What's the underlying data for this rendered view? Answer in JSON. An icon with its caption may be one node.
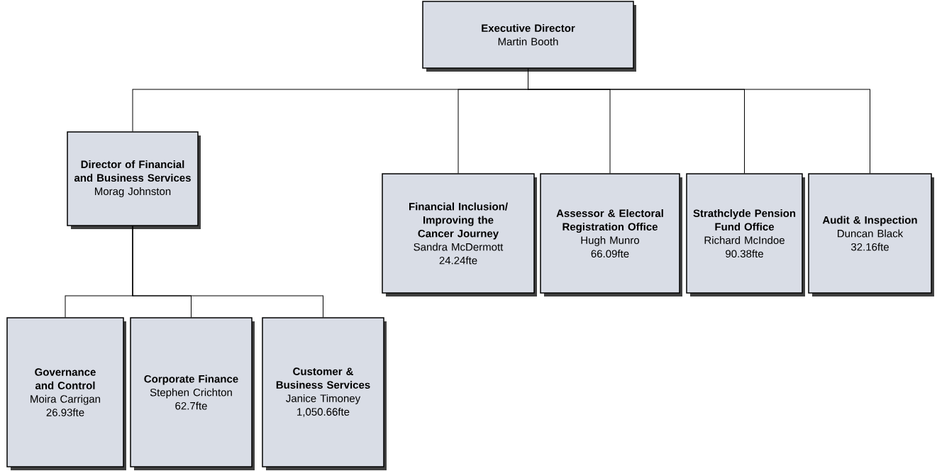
{
  "diagram": {
    "nodes": [
      {
        "text": [
          "Executive Director",
          "Martin Booth"
        ]
      },
      {
        "text": [
          "Director of Financial and Business Services",
          "Morag Johnston"
        ]
      },
      {
        "text": [
          "Financial Inclusion/ Improving the Cancer Journey",
          "Sandra McDermott",
          "24.24fte"
        ]
      },
      {
        "text": [
          "Assessor & Electoral Registration Office",
          "Hugh Munro",
          "66.09fte"
        ]
      },
      {
        "text": [
          "Strathclyde Pension Fund Office",
          "Richard McIndoe",
          "90.38fte"
        ]
      },
      {
        "text": [
          "Audit & Inspection",
          "Duncan Black",
          "32.16fte"
        ]
      },
      {
        "text": [
          "Governance and Control",
          "Moira Carrigan",
          "26.93fte"
        ]
      },
      {
        "text": [
          "Corporate Finance",
          "Stephen Crichton",
          "62.7fte"
        ]
      },
      {
        "text": [
          "Customer & Business Services",
          "Janice Timoney",
          "1,050.66fte"
        ]
      }
    ],
    "edges": [
      {
        "from": 0,
        "to": 1,
        "arrow": "none"
      },
      {
        "from": 0,
        "to": 2,
        "arrow": "none"
      },
      {
        "from": 0,
        "to": 3,
        "arrow": "none"
      },
      {
        "from": 0,
        "to": 4,
        "arrow": "none"
      },
      {
        "from": 0,
        "to": 5,
        "arrow": "none"
      },
      {
        "from": 1,
        "to": 6,
        "arrow": "none"
      },
      {
        "from": 1,
        "to": 7,
        "arrow": "none"
      },
      {
        "from": 1,
        "to": 8,
        "arrow": "none"
      }
    ]
  }
}
